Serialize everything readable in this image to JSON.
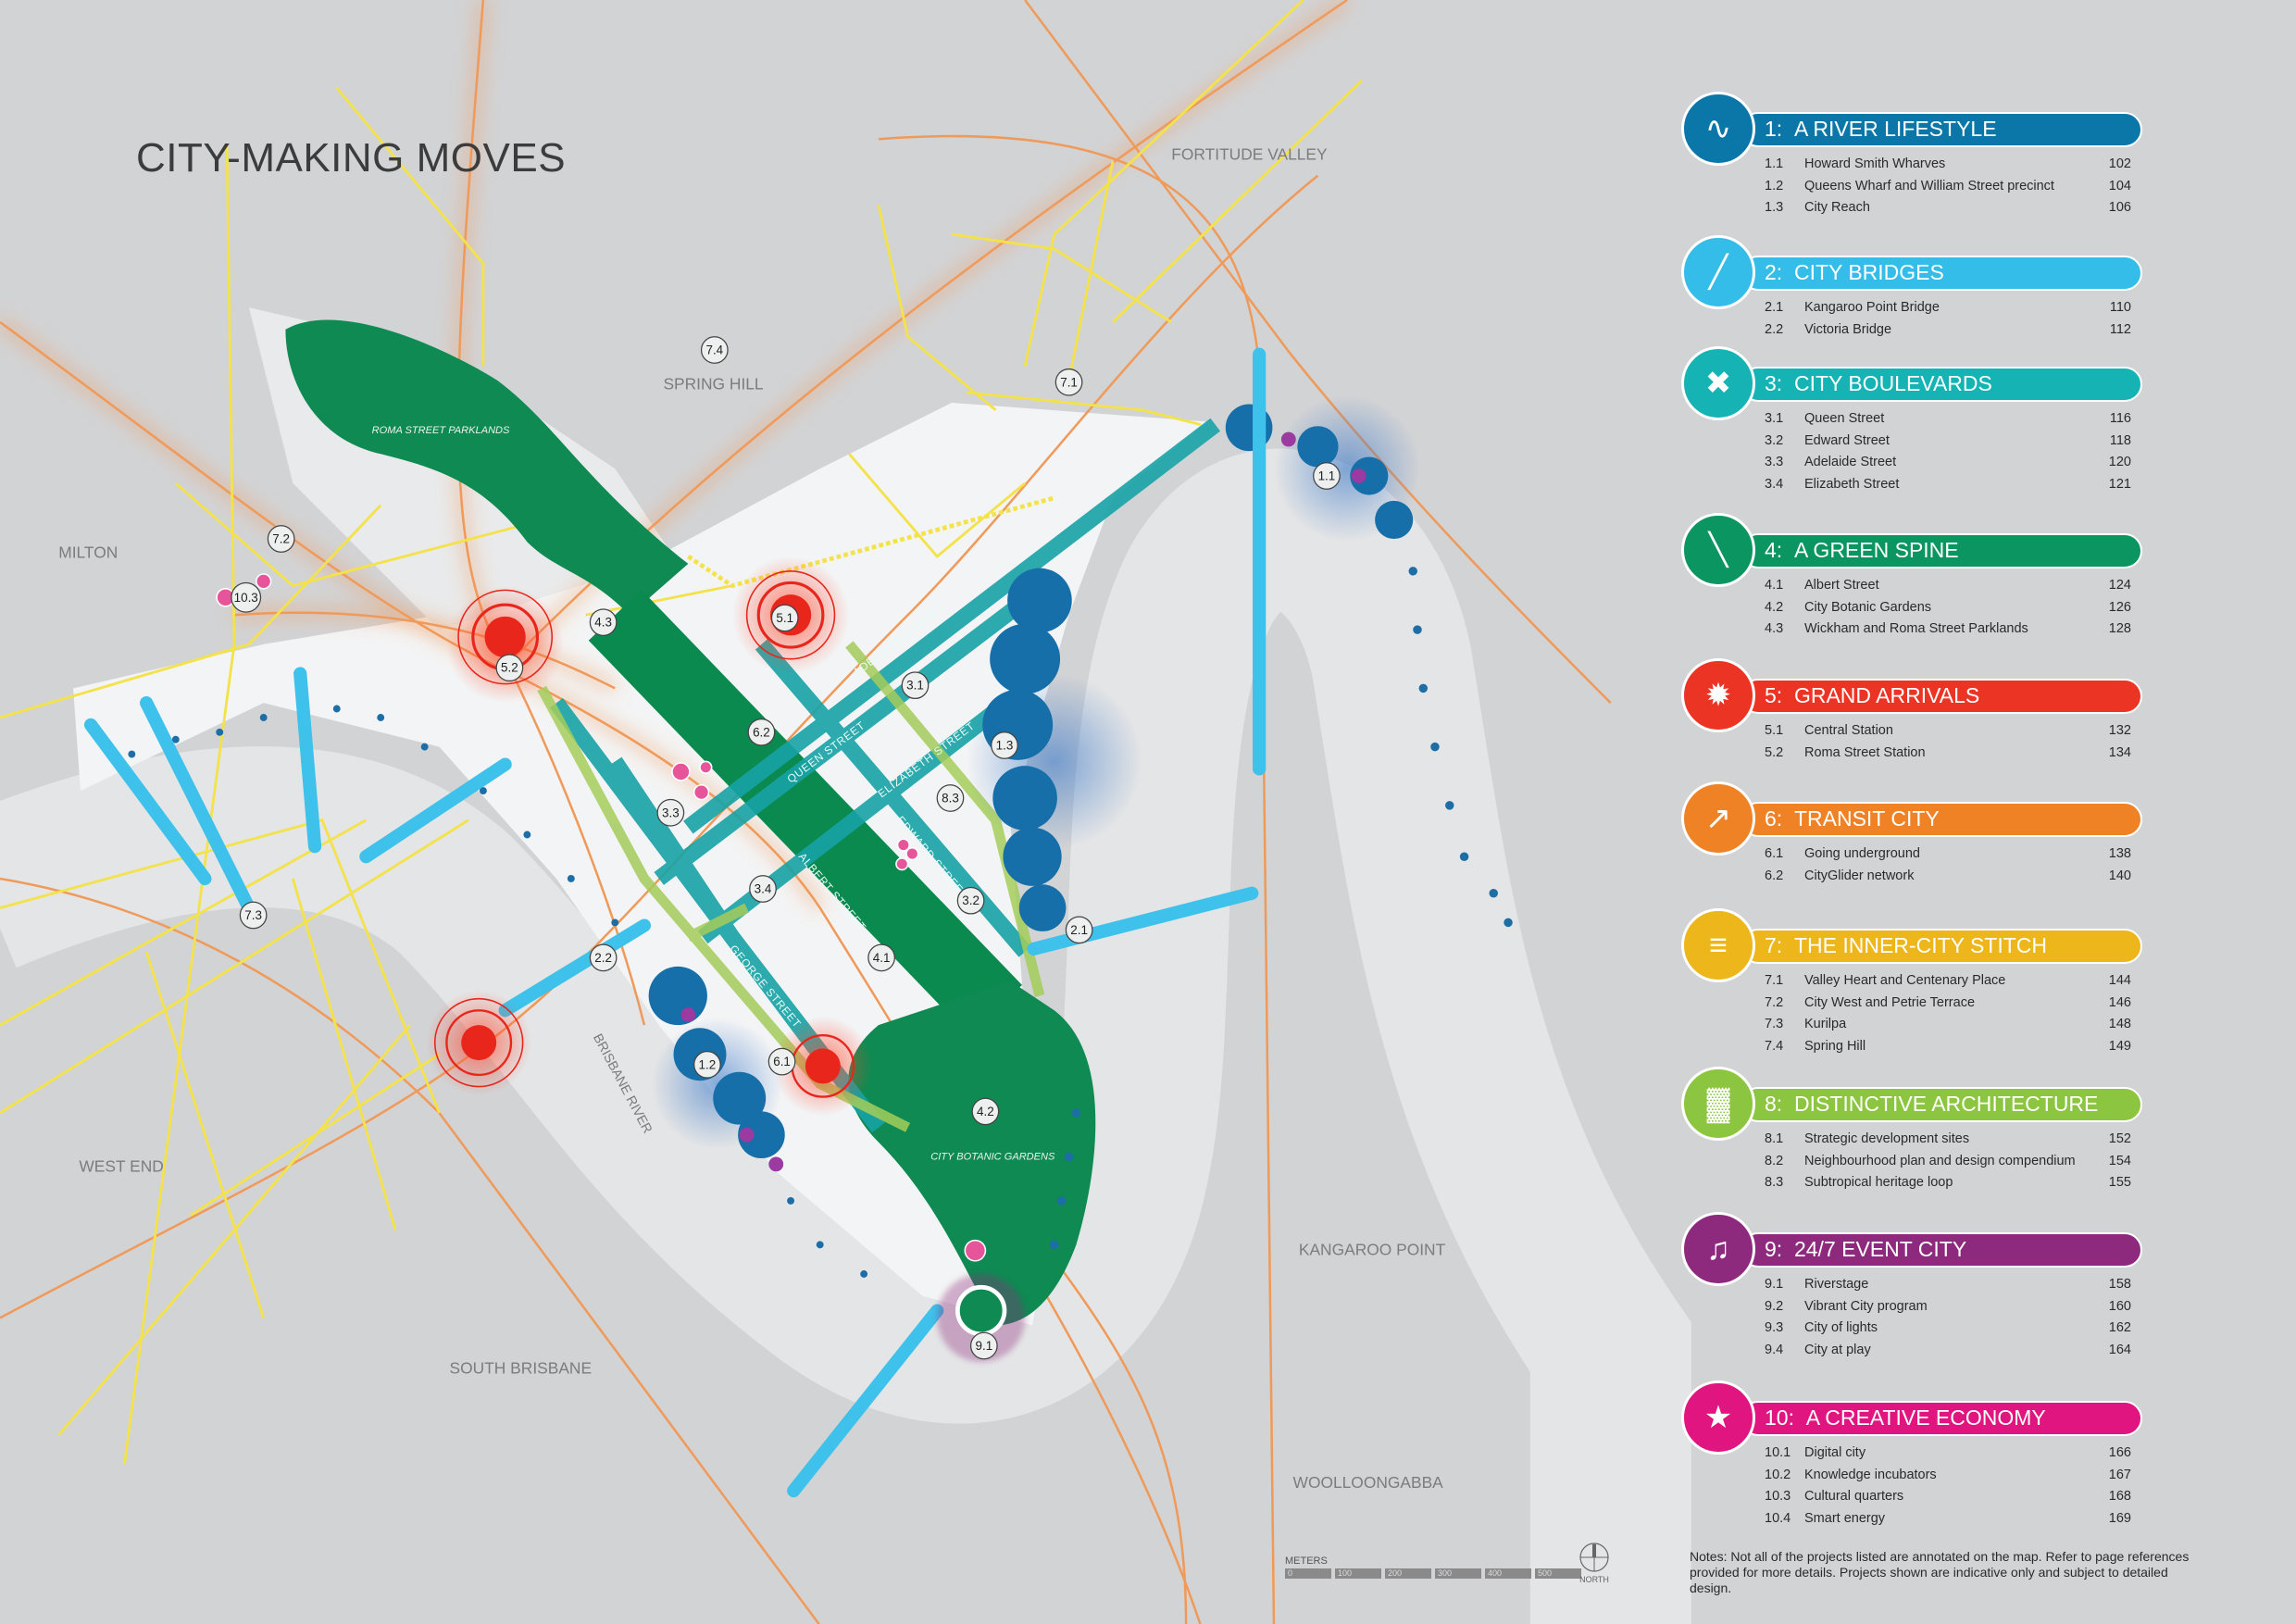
{
  "title": "CITY-MAKING MOVES",
  "map": {
    "places": {
      "fortitude_valley": "FORTITUDE VALLEY",
      "spring_hill": "SPRING HILL",
      "milton": "MILTON",
      "roma_street_parklands": "ROMA STREET PARKLANDS",
      "west_end": "WEST END",
      "south_brisbane": "SOUTH BRISBANE",
      "kangaroo_point": "KANGAROO POINT",
      "woolloongabba": "WOOLLOONGABBA",
      "city_botanic_gardens": "CITY BOTANIC GARDENS",
      "brisbane_river": "BRISBANE RIVER"
    },
    "streets": {
      "adelaide": "ADELAIDE STREET",
      "queen": "QUEEN STREET",
      "elizabeth": "ELIZABETH STREET",
      "edward": "EDWARD STREET",
      "albert": "ALBERT STREET",
      "george": "GEORGE STREET"
    },
    "callouts": [
      "7.4",
      "7.1",
      "7.2",
      "10.3",
      "4.3",
      "5.1",
      "5.2",
      "3.1",
      "6.2",
      "1.3",
      "1.1",
      "8.3",
      "3.3",
      "3.4",
      "3.2",
      "2.1",
      "7.3",
      "2.2",
      "4.1",
      "1.2",
      "6.1",
      "4.2",
      "9.1"
    ]
  },
  "legend": [
    {
      "num": "1:",
      "title": "A RIVER LIFESTYLE",
      "color": "#0a77a8",
      "icon": "river-icon",
      "items": [
        [
          "1.1",
          "Howard Smith Wharves",
          "102"
        ],
        [
          "1.2",
          "Queens Wharf and William Street precinct",
          "104"
        ],
        [
          "1.3",
          "City Reach",
          "106"
        ]
      ]
    },
    {
      "num": "2:",
      "title": "CITY BRIDGES",
      "color": "#33bde8",
      "icon": "bridge-icon",
      "items": [
        [
          "2.1",
          "Kangaroo Point Bridge",
          "110"
        ],
        [
          "2.2",
          "Victoria Bridge",
          "112"
        ]
      ]
    },
    {
      "num": "3:",
      "title": "CITY BOULEVARDS",
      "color": "#16b3b5",
      "icon": "boulevard-icon",
      "items": [
        [
          "3.1",
          "Queen Street",
          "116"
        ],
        [
          "3.2",
          "Edward Street",
          "118"
        ],
        [
          "3.3",
          "Adelaide Street",
          "120"
        ],
        [
          "3.4",
          "Elizabeth Street",
          "121"
        ]
      ]
    },
    {
      "num": "4:",
      "title": "A GREEN SPINE",
      "color": "#0b9560",
      "icon": "spine-icon",
      "items": [
        [
          "4.1",
          "Albert Street",
          "124"
        ],
        [
          "4.2",
          "City Botanic Gardens",
          "126"
        ],
        [
          "4.3",
          "Wickham and Roma Street Parklands",
          "128"
        ]
      ]
    },
    {
      "num": "5:",
      "title": "GRAND ARRIVALS",
      "color": "#ec3425",
      "icon": "arrival-icon",
      "items": [
        [
          "5.1",
          "Central Station",
          "132"
        ],
        [
          "5.2",
          "Roma Street Station",
          "134"
        ]
      ]
    },
    {
      "num": "6:",
      "title": "TRANSIT CITY",
      "color": "#f08226",
      "icon": "transit-icon",
      "items": [
        [
          "6.1",
          "Going underground",
          "138"
        ],
        [
          "6.2",
          "CityGlider network",
          "140"
        ]
      ]
    },
    {
      "num": "7:",
      "title": "THE INNER-CITY STITCH",
      "color": "#edb61b",
      "icon": "stitch-icon",
      "items": [
        [
          "7.1",
          "Valley Heart and Centenary Place",
          "144"
        ],
        [
          "7.2",
          "City West and Petrie Terrace",
          "146"
        ],
        [
          "7.3",
          "Kurilpa",
          "148"
        ],
        [
          "7.4",
          "Spring Hill",
          "149"
        ]
      ]
    },
    {
      "num": "8:",
      "title": "DISTINCTIVE ARCHITECTURE",
      "color": "#8cc53f",
      "icon": "architecture-icon",
      "items": [
        [
          "8.1",
          "Strategic development sites",
          "152"
        ],
        [
          "8.2",
          "Neighbourhood plan and design compendium",
          "154"
        ],
        [
          "8.3",
          "Subtropical heritage loop",
          "155"
        ]
      ]
    },
    {
      "num": "9:",
      "title": "24/7 EVENT CITY",
      "color": "#8e2a7d",
      "icon": "event-icon",
      "items": [
        [
          "9.1",
          "Riverstage",
          "158"
        ],
        [
          "9.2",
          "Vibrant City program",
          "160"
        ],
        [
          "9.3",
          "City of lights",
          "162"
        ],
        [
          "9.4",
          "City at play",
          "164"
        ]
      ]
    },
    {
      "num": "10:",
      "title": "A CREATIVE ECONOMY",
      "color": "#e0157f",
      "icon": "creative-icon",
      "items": [
        [
          "10.1",
          "Digital city",
          "166"
        ],
        [
          "10.2",
          "Knowledge incubators",
          "167"
        ],
        [
          "10.3",
          "Cultural quarters",
          "168"
        ],
        [
          "10.4",
          "Smart energy",
          "169"
        ]
      ]
    }
  ],
  "scale": {
    "label": "METERS",
    "ticks": [
      "0",
      "100",
      "200",
      "300",
      "400",
      "500"
    ],
    "north": "NORTH"
  },
  "notes": "Notes: Not all of the projects listed are annotated on the map.  Refer to page references provided for more details.  Projects shown are indicative only and subject to detailed design."
}
